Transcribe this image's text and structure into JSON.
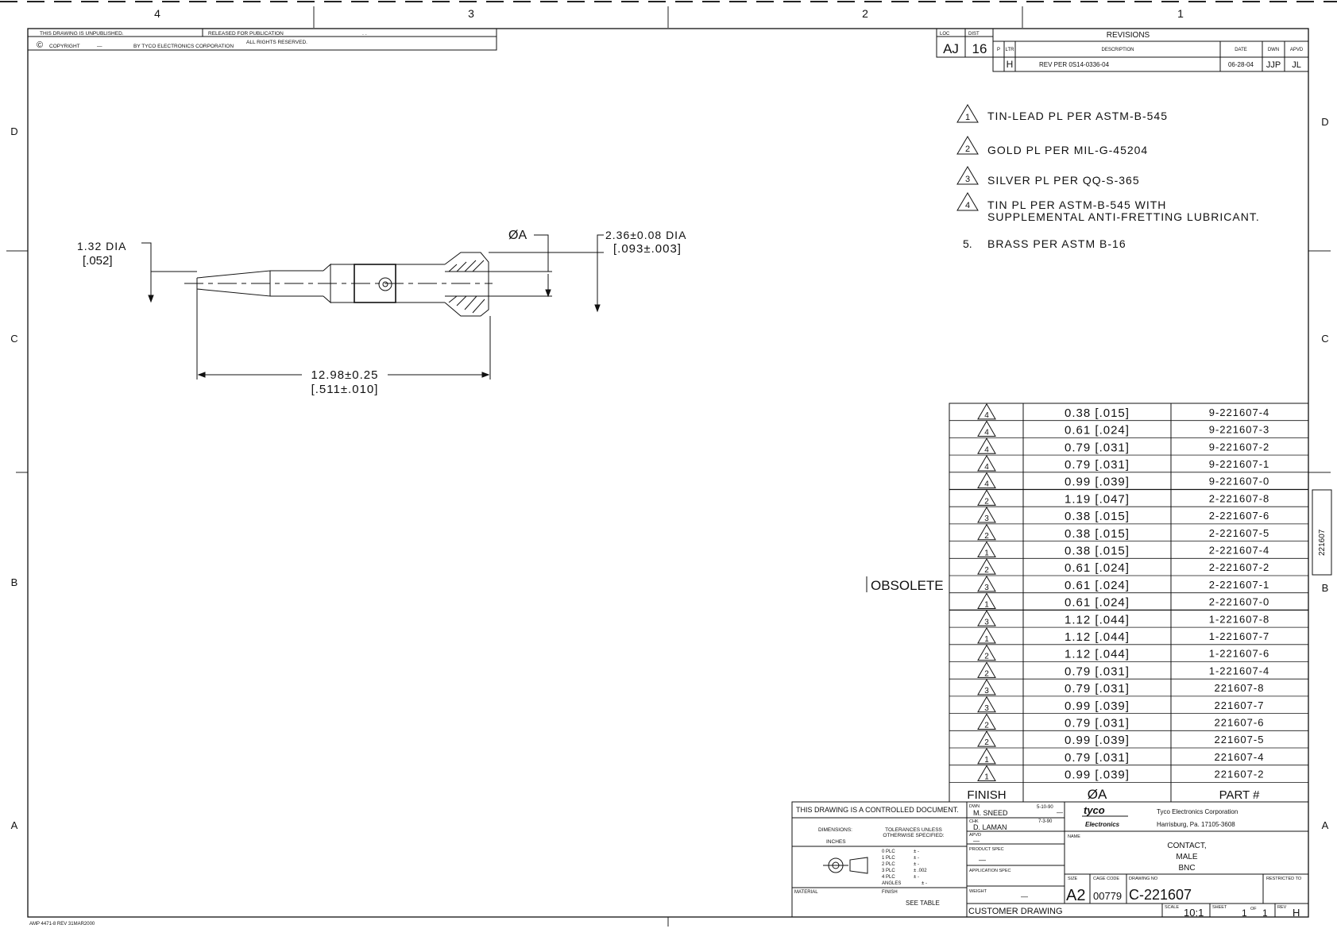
{
  "zone_columns": [
    "4",
    "3",
    "2",
    "1"
  ],
  "zone_rows_left": [
    "D",
    "C",
    "B",
    "A"
  ],
  "zone_rows_right": [
    "D",
    "C",
    "B",
    "A"
  ],
  "top_left_block": {
    "unpublished": "THIS DRAWING IS UNPUBLISHED.",
    "released": "RELEASED FOR PUBLICATION",
    "release_value": ". .",
    "copyright_symbol": "©",
    "copyright": "COPYRIGHT",
    "copyright_dash": "—",
    "by": "BY TYCO ELECTRONICS CORPORATION",
    "rights": "ALL RIGHTS RESERVED."
  },
  "loc_dist": {
    "loc_label": "LOC",
    "loc": "AJ",
    "dist_label": "DIST",
    "dist": "16"
  },
  "revisions": {
    "title": "REVISIONS",
    "headers": [
      "P",
      "LTR",
      "DESCRIPTION",
      "DATE",
      "DWN",
      "APVD"
    ],
    "rows": [
      {
        "ltr": "H",
        "description": "REV PER 0S14-0336-04",
        "date": "06-28-04",
        "dwn": "JJP",
        "apvd": "JL"
      }
    ]
  },
  "notes": [
    {
      "mark": "1",
      "text": "TIN-LEAD PL PER ASTM-B-545"
    },
    {
      "mark": "2",
      "text": "GOLD PL PER MIL-G-45204"
    },
    {
      "mark": "3",
      "text": "SILVER PL PER QQ-S-365"
    },
    {
      "mark": "4",
      "text": "TIN PL PER ASTM-B-545 WITH",
      "text2": "SUPPLEMENTAL ANTI-FRETTING LUBRICANT."
    },
    {
      "mark": "5.",
      "text": "BRASS PER ASTM B-16"
    }
  ],
  "dimensions": {
    "dia_left": "1.32 DIA",
    "dia_left_in": "[.052]",
    "phi_a": "ØA",
    "dia_right": "2.36±0.08 DIA",
    "dia_right_in": "[.093±.003]",
    "length": "12.98±0.25",
    "length_in": "[.511±.010]"
  },
  "obsolete_label": "OBSOLETE",
  "side_tab": "221607",
  "parts_table": {
    "header_finish": "FINISH",
    "header_dia": "ØA",
    "header_part": "PART #",
    "rows": [
      {
        "finish": "4",
        "dia": "0.38 [.015]",
        "part": "9-221607-4"
      },
      {
        "finish": "4",
        "dia": "0.61 [.024]",
        "part": "9-221607-3"
      },
      {
        "finish": "4",
        "dia": "0.79 [.031]",
        "part": "9-221607-2"
      },
      {
        "finish": "4",
        "dia": "0.79 [.031]",
        "part": "9-221607-1"
      },
      {
        "finish": "4",
        "dia": "0.99 [.039]",
        "part": "9-221607-0"
      },
      {
        "finish": "2",
        "dia": "1.19 [.047]",
        "part": "2-221607-8"
      },
      {
        "finish": "3",
        "dia": "0.38 [.015]",
        "part": "2-221607-6"
      },
      {
        "finish": "2",
        "dia": "0.38 [.015]",
        "part": "2-221607-5"
      },
      {
        "finish": "1",
        "dia": "0.38 [.015]",
        "part": "2-221607-4"
      },
      {
        "finish": "2",
        "dia": "0.61 [.024]",
        "part": "2-221607-2"
      },
      {
        "finish": "3",
        "dia": "0.61 [.024]",
        "part": "2-221607-1"
      },
      {
        "finish": "1",
        "dia": "0.61 [.024]",
        "part": "2-221607-0"
      },
      {
        "finish": "3",
        "dia": "1.12 [.044]",
        "part": "1-221607-8"
      },
      {
        "finish": "1",
        "dia": "1.12 [.044]",
        "part": "1-221607-7"
      },
      {
        "finish": "2",
        "dia": "1.12 [.044]",
        "part": "1-221607-6"
      },
      {
        "finish": "2",
        "dia": "0.79 [.031]",
        "part": "1-221607-4"
      },
      {
        "finish": "3",
        "dia": "0.79 [.031]",
        "part": "221607-8"
      },
      {
        "finish": "3",
        "dia": "0.99 [.039]",
        "part": "221607-7"
      },
      {
        "finish": "2",
        "dia": "0.79 [.031]",
        "part": "221607-6"
      },
      {
        "finish": "2",
        "dia": "0.99 [.039]",
        "part": "221607-5"
      },
      {
        "finish": "1",
        "dia": "0.79 [.031]",
        "part": "221607-4"
      },
      {
        "finish": "1",
        "dia": "0.99 [.039]",
        "part": "221607-2"
      }
    ]
  },
  "title_block": {
    "controlled": "THIS DRAWING IS A CONTROLLED DOCUMENT.",
    "dimensions_label": "DIMENSIONS:",
    "dimensions_unit": "INCHES",
    "tolerances_1": "TOLERANCES UNLESS",
    "tolerances_2": "OTHERWISE SPECIFIED:",
    "tol_rows": [
      {
        "plc": "0 PLC",
        "val": "± -"
      },
      {
        "plc": "1 PLC",
        "val": "± -"
      },
      {
        "plc": "2 PLC",
        "val": "± -"
      },
      {
        "plc": "3 PLC",
        "val": "± .002"
      },
      {
        "plc": "4 PLC",
        "val": "± -"
      },
      {
        "plc": "ANGLES",
        "val": "± -"
      }
    ],
    "material_label": "MATERIAL",
    "finish_label": "FINISH",
    "finish_value": "SEE TABLE",
    "dwn_label": "DWN",
    "dwn_name": "M. SNEED",
    "dwn_date": "5-10-90",
    "chk_label": "CHK",
    "chk_name": "D. LAMAN",
    "chk_date": "7-3-90",
    "apvd_label": "APVD",
    "apvd_value": "—",
    "apvd_dash": "—",
    "product_spec_label": "PRODUCT SPEC",
    "product_spec_value": "—",
    "application_spec_label": "APPLICATION SPEC",
    "weight_label": "WEIGHT",
    "weight_value": "—",
    "logo_top": "tyco",
    "logo_bottom": "Electronics",
    "company": "Tyco Electronics Corporation",
    "company_address": "Harrisburg, Pa. 17105-3608",
    "name_label": "NAME",
    "name_lines": [
      "CONTACT,",
      "MALE",
      "BNC"
    ],
    "size_label": "SIZE",
    "size_value": "A2",
    "cage_label": "CAGE CODE",
    "cage_value": "00779",
    "drawing_no_label": "DRAWING NO",
    "drawing_no_value": "C-221607",
    "restricted_label": "RESTRICTED TO",
    "customer_drawing": "CUSTOMER DRAWING",
    "scale_label": "SCALE",
    "scale_value": "10:1",
    "sheet_label": "SHEET",
    "sheet_value": "1",
    "of_label": "OF",
    "of_value": "1",
    "rev_label": "REV",
    "rev_value": "H"
  },
  "footer_form": "AMP 4471-8 REV 31MAR2000"
}
